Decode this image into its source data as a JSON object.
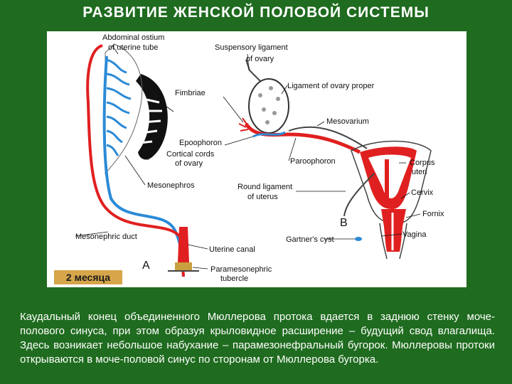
{
  "title": "РАЗВИТИЕ ЖЕНСКОЙ ПОЛОВОЙ СИСТЕМЫ",
  "figure": {
    "month_label": "2 месяца",
    "panel_a": "A",
    "panel_b": "B",
    "labels": {
      "abdominal_ostium_1": "Abdominal ostium",
      "abdominal_ostium_2": "of uterine tube",
      "suspensory_1": "Suspensory ligament",
      "suspensory_2": "of ovary",
      "fimbriae": "Fimbriae",
      "ligament_ovary": "Ligament of ovary proper",
      "mesovarium": "Mesovarium",
      "epoophoron": "Epoophoron",
      "cortical_1": "Cortical cords",
      "cortical_2": "of ovary",
      "paroophoron": "Paroophoron",
      "corpus_1": "Corpus",
      "corpus_2": "uteri",
      "mesonephros": "Mesonephros",
      "round_lig_1": "Round ligament",
      "round_lig_2": "of uterus",
      "cervix": "Cervix",
      "fornix": "Fornix",
      "mesonephric_duct": "Mesonephric duct",
      "gartner": "Gartner's cyst",
      "vagina": "Vagina",
      "uterine_canal": "Uterine canal",
      "paramesonephric_1": "Paramesonephric",
      "paramesonephric_2": "tubercle"
    },
    "colors": {
      "mullerian_duct": "#e02020",
      "wolffian_duct": "#2b8ad6",
      "ovary": "#111111",
      "tubercle": "#c8a040"
    }
  },
  "caption": "Каудальный конец объединенного Мюллерова протока вдается в заднюю стенку моче-полового синуса, при этом образуя крыловидное расширение – будущий свод влагалища. Здесь возникает небольшое набухание – парамезонефральный бугорок. Мюллеровы протоки открываются в моче-половой синус по сторонам от Мюллерова бугорка."
}
